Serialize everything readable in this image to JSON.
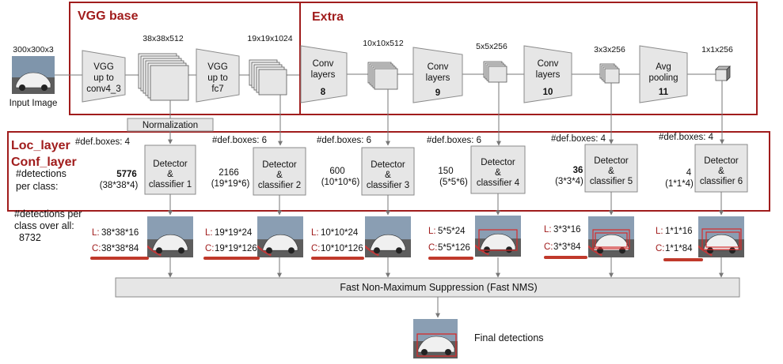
{
  "colors": {
    "frame": "#a01c1c",
    "block_fill": "#e6e6e6",
    "block_stroke": "#8a8a8a",
    "underline": "#c0392b",
    "connector": "#777777"
  },
  "frames": {
    "vgg_base": "VGG base",
    "extra": "Extra",
    "loc_layer": "Loc_layer",
    "conf_layer": "Conf_layer"
  },
  "input": {
    "size": "300x300x3",
    "label": "Input Image"
  },
  "feature_maps": [
    {
      "size": "38x38x512"
    },
    {
      "size": "19x19x1024"
    },
    {
      "size": "10x10x512"
    },
    {
      "size": "5x5x256"
    },
    {
      "size": "3x3x256"
    },
    {
      "size": "1x1x256"
    }
  ],
  "blocks": [
    {
      "line1": "VGG",
      "line2": "up to",
      "line3": "conv4_3",
      "number": ""
    },
    {
      "line1": "VGG",
      "line2": "up to",
      "line3": "fc7",
      "number": ""
    },
    {
      "line1": "Conv",
      "line2": "layers",
      "line3": "",
      "number": "8"
    },
    {
      "line1": "Conv",
      "line2": "layers",
      "line3": "",
      "number": "9"
    },
    {
      "line1": "Conv",
      "line2": "layers",
      "line3": "",
      "number": "10"
    },
    {
      "line1": "Avg",
      "line2": "pooling",
      "line3": "",
      "number": "11"
    }
  ],
  "normalization": "Normalization",
  "side_labels": {
    "detections_line1": "#detections",
    "detections_line2": "per class:",
    "overall_line1": "#detections per",
    "overall_line2": "class over all:",
    "overall_value": "8732"
  },
  "detectors": [
    {
      "def_boxes": "#def.boxes: 4",
      "label1": "Detector",
      "label2": "&",
      "label3": "classifier 1",
      "count": "5776",
      "formula": "(38*38*4)",
      "loc": "38*38*16",
      "conf": "38*38*84"
    },
    {
      "def_boxes": "#def.boxes: 6",
      "label1": "Detector",
      "label2": "&",
      "label3": "classifier 2",
      "count": "2166",
      "formula": "(19*19*6)",
      "loc": "19*19*24",
      "conf": "19*19*126"
    },
    {
      "def_boxes": "#def.boxes: 6",
      "label1": "Detector",
      "label2": "&",
      "label3": "classifier 3",
      "count": "600",
      "formula": "(10*10*6)",
      "loc": "10*10*24",
      "conf": "10*10*126"
    },
    {
      "def_boxes": "#def.boxes: 6",
      "label1": "Detector",
      "label2": "&",
      "label3": "classifier 4",
      "count": "150",
      "formula": "(5*5*6)",
      "loc": "5*5*24",
      "conf": "5*5*126"
    },
    {
      "def_boxes": "#def.boxes: 4",
      "label1": "Detector",
      "label2": "&",
      "label3": "classifier 5",
      "count": "36",
      "formula": "(3*3*4)",
      "loc": "3*3*16",
      "conf": "3*3*84"
    },
    {
      "def_boxes": "#def.boxes: 4",
      "label1": "Detector",
      "label2": "&",
      "label3": "classifier 6",
      "count": "4",
      "formula": "(1*1*4)",
      "loc": "1*1*16",
      "conf": "1*1*84"
    }
  ],
  "loc_prefix": "L:",
  "conf_prefix": "C:",
  "nms": "Fast Non-Maximum Suppression (Fast NMS)",
  "final": "Final detections"
}
